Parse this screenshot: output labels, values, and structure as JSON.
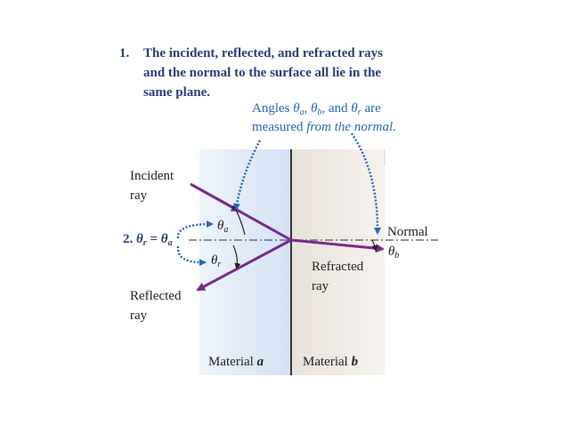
{
  "colors": {
    "caption": "#2a3f7a",
    "annotation_blue": "#2a66b8",
    "ray_purple": "#7a2a8a",
    "material_a_fill": "#dce8f5",
    "material_b_fill": "#efe9e2",
    "text_dark": "#222222"
  },
  "statement1": {
    "number": "1.",
    "line1": "The incident, reflected, and refracted rays",
    "line2": "and the normal to the surface all lie in the",
    "line3": "same plane."
  },
  "angles_note": {
    "line1_prefix": "Angles",
    "theta_sym": "θ",
    "sub_a": "a",
    "sub_b": "b",
    "sub_r": "r",
    "and_word": ", and",
    "are_word": "are",
    "line2_prefix": "measured",
    "line2_italic": "from the normal."
  },
  "statement2": {
    "number": "2.",
    "theta_sym": "θ",
    "sub_r": "r",
    "equals": "=",
    "sub_a": "a"
  },
  "labels": {
    "incident_line1": "Incident",
    "incident_line2": "ray",
    "reflected_line1": "Reflected",
    "reflected_line2": "ray",
    "refracted_line1": "Refracted",
    "refracted_line2": "ray",
    "normal": "Normal",
    "material_a_word": "Material",
    "material_a_letter": "a",
    "material_b_word": "Material",
    "material_b_letter": "b",
    "theta_sym": "θ",
    "sub_a": "a",
    "sub_r": "r",
    "sub_b": "b"
  }
}
